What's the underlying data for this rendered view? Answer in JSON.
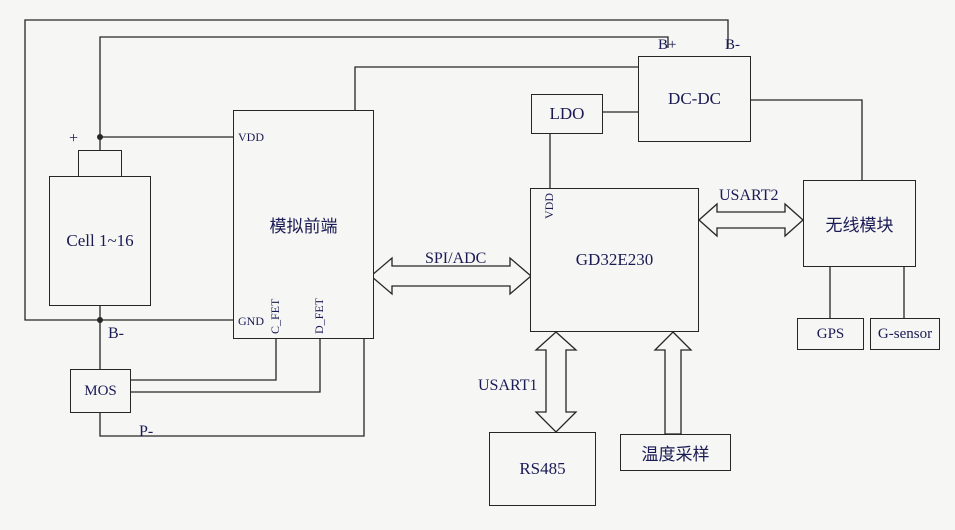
{
  "blocks": {
    "cell": "Cell 1~16",
    "afe": "模拟前端",
    "mos": "MOS",
    "ldo": "LDO",
    "dcdc": "DC-DC",
    "mcu": "GD32E230",
    "wireless": "无线模块",
    "gps": "GPS",
    "gsensor": "G-sensor",
    "rs485": "RS485",
    "temp": "温度采样"
  },
  "pins": {
    "afe_vdd": "VDD",
    "afe_gnd": "GND",
    "afe_cfet": "C_FET",
    "afe_dfet": "D_FET",
    "mcu_vdd": "VDD",
    "dcdc_bplus": "B+",
    "dcdc_bminus": "B-"
  },
  "labels": {
    "plus": "+",
    "bminus": "B-",
    "pminus": "P-",
    "spi_adc": "SPI/ADC",
    "usart1": "USART1",
    "usart2": "USART2"
  }
}
